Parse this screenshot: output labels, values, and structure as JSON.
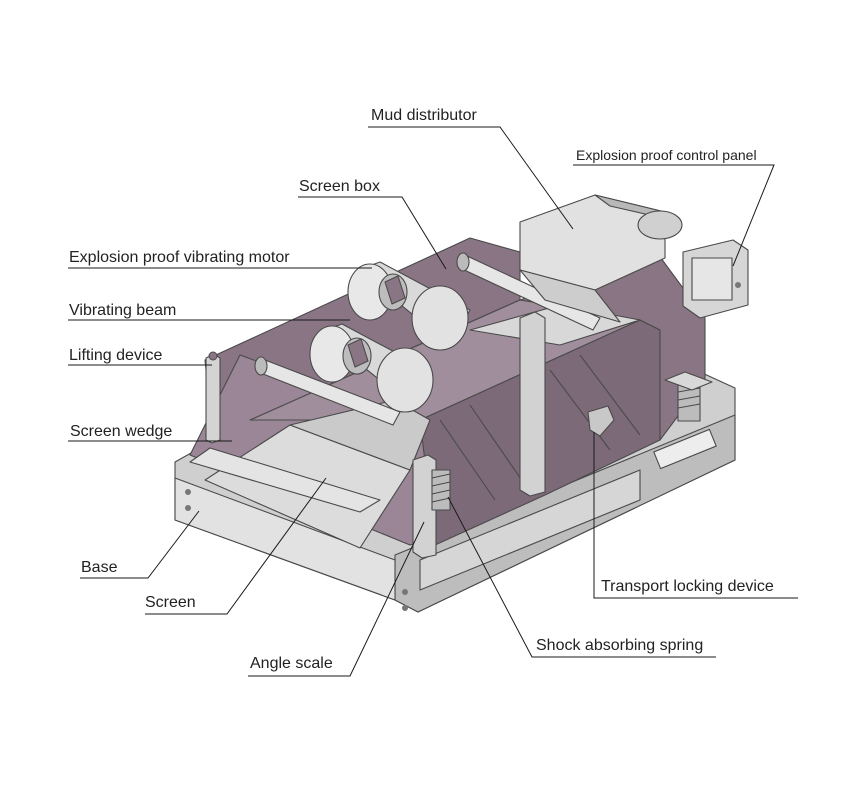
{
  "labels": {
    "mud_distributor": "Mud distributor",
    "explosion_proof_control_panel": "Explosion proof control panel",
    "screen_box": "Screen box",
    "explosion_proof_vibrating_motor": "Explosion proof vibrating motor",
    "vibrating_beam": "Vibrating beam",
    "lifting_device": "Lifting device",
    "screen_wedge": "Screen wedge",
    "base": "Base",
    "screen": "Screen",
    "angle_scale": "Angle scale",
    "transport_locking_device": "Transport locking device",
    "shock_absorbing_spring": "Shock absorbing spring"
  },
  "colors": {
    "frame_purple": "#8a7585",
    "frame_purple_dark": "#6f5d6b",
    "frame_purple_light": "#a08e9c",
    "grey_light": "#dedede",
    "grey_mid": "#c4c4c4",
    "grey_dark": "#9e9e9e",
    "line": "#1a1a1a"
  }
}
